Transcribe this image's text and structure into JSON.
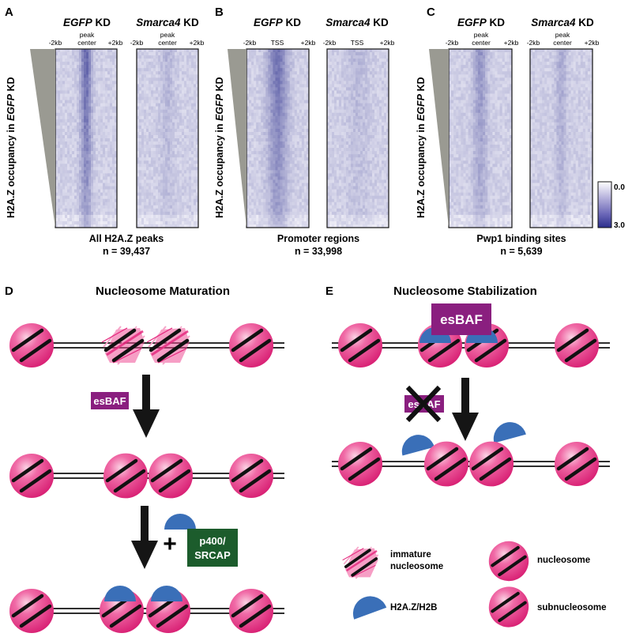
{
  "panel_letters": {
    "a": "A",
    "b": "B",
    "c": "C",
    "d": "D",
    "e": "E"
  },
  "heatmaps": {
    "condition_egfp_italic": "EGFP",
    "condition_smarca4_italic": "Smarca4",
    "condition_kd_suffix": " KD",
    "y_axis_prefix": "H2A.Z occupancy in ",
    "y_axis_italic": "EGFP",
    "y_axis_suffix": " KD",
    "tick_left": "-2kb",
    "tick_right": "+2kb",
    "center_peak_line1": "peak",
    "center_peak_line2": "center",
    "center_tss": "TSS",
    "panel_a_footer": "All H2A.Z peaks",
    "panel_a_count": "n = 39,437",
    "panel_b_footer": "Promoter regions",
    "panel_b_count": "n = 33,998",
    "panel_c_footer": "Pwp1 binding sites",
    "panel_c_count": "n = 5,639",
    "colorbar_min": "0.0",
    "colorbar_max": "3.0"
  },
  "schematic": {
    "title_d": "Nucleosome Maturation",
    "title_e": "Nucleosome Stabilization",
    "esbaf_label": "esBAF",
    "p400_line1": "p400/",
    "p400_line2": "SRCAP",
    "plus_sign": "+"
  },
  "legend": {
    "immature_line1": "immature",
    "immature_line2": "nucleosome",
    "h2az_h2b": "H2A.Z/H2B",
    "nucleosome": "nucleosome",
    "subnucleosome": "subnucleosome"
  },
  "colors": {
    "heatmap_low": "#f6f5fb",
    "heatmap_high": "#2b2e8c",
    "nucleosome": "#e4237b",
    "h2az": "#3a6fb8",
    "esbaf_box": "#8a1f7f",
    "p400_box": "#1c5c2c",
    "arrow": "#151515"
  }
}
